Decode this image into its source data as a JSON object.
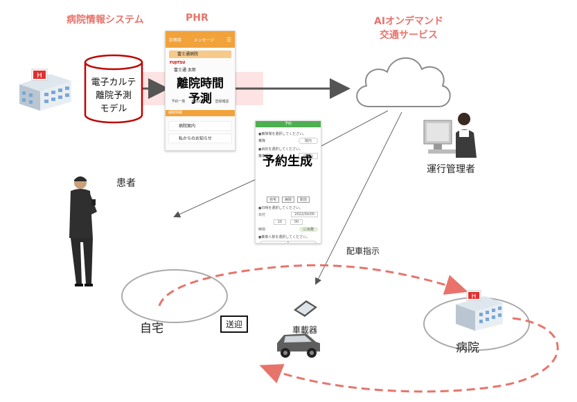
{
  "headers": {
    "hospital_system": "病院情報システム",
    "phr": "PHR",
    "ai_transport_line1": "AIオンデマンド",
    "ai_transport_line2": "交通サービス"
  },
  "db": {
    "line1": "電子カルテ",
    "line2": "離院予測",
    "line3": "モデル"
  },
  "phr_screen": {
    "tab1": "診察券",
    "tab2": "メッセージ",
    "hospital": "富士通病院",
    "brand": "FUJITSU",
    "patient": "富士通 太郎",
    "feature_line1": "離院時間",
    "feature_line2": "予測",
    "icon1": "予約一覧",
    "icon2": "病院の案内",
    "icon3": "登録確認",
    "section": "病院情報",
    "row1": "病院案内",
    "row2": "私からのお知らせ"
  },
  "booking_screen": {
    "header_title": "予約",
    "overlay": "予約生成",
    "q1": "●乗降場を選択してください。",
    "field1_label": "乗降",
    "field1_value": "院内",
    "q2": "●目的を選択してください。",
    "field2_label": "乗車場所",
    "field2_value": "(住所)",
    "buttons": [
      "自宅",
      "病院",
      "駅前"
    ],
    "q3": "●日時を選択してください。",
    "field3_label": "日付",
    "field3_value": "2022/00/00",
    "field4_label": "時刻",
    "time_h": "10",
    "time_m": "00",
    "confirm": "に出発",
    "q4": "●乗車人数を選択してください。",
    "count": "1"
  },
  "labels": {
    "patient": "患者",
    "operator": "運行管理者",
    "dispatch": "配車指示",
    "home": "自宅",
    "pickup": "送迎",
    "device": "車載器",
    "hospital": "病院"
  }
}
